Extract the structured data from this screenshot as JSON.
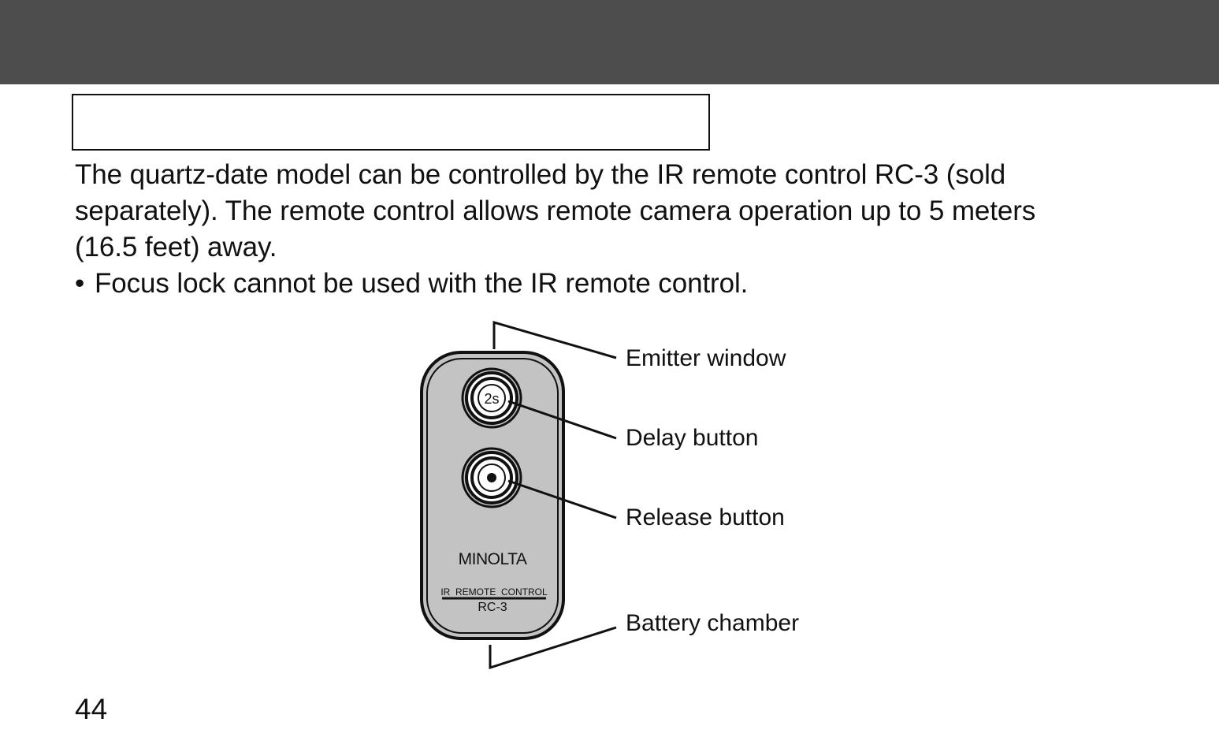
{
  "intro": {
    "lines": [
      "The quartz-date model can be controlled by the IR remote control RC-3 (sold",
      "separately). The remote control allows remote camera operation up to 5 meters",
      "(16.5 feet) away."
    ],
    "bullet_symbol": "•",
    "bullet_text": "Focus lock cannot be used with the IR remote control."
  },
  "remote": {
    "delay_button_label": "2s",
    "brand": "MINOLTA",
    "product_line": "IR  REMOTE  CONTROL",
    "model": "RC-3"
  },
  "callouts": {
    "emitter_window": "Emitter window",
    "delay_button": "Delay button",
    "release_button": "Release button",
    "battery_chamber": "Battery chamber"
  },
  "page_number": "44"
}
